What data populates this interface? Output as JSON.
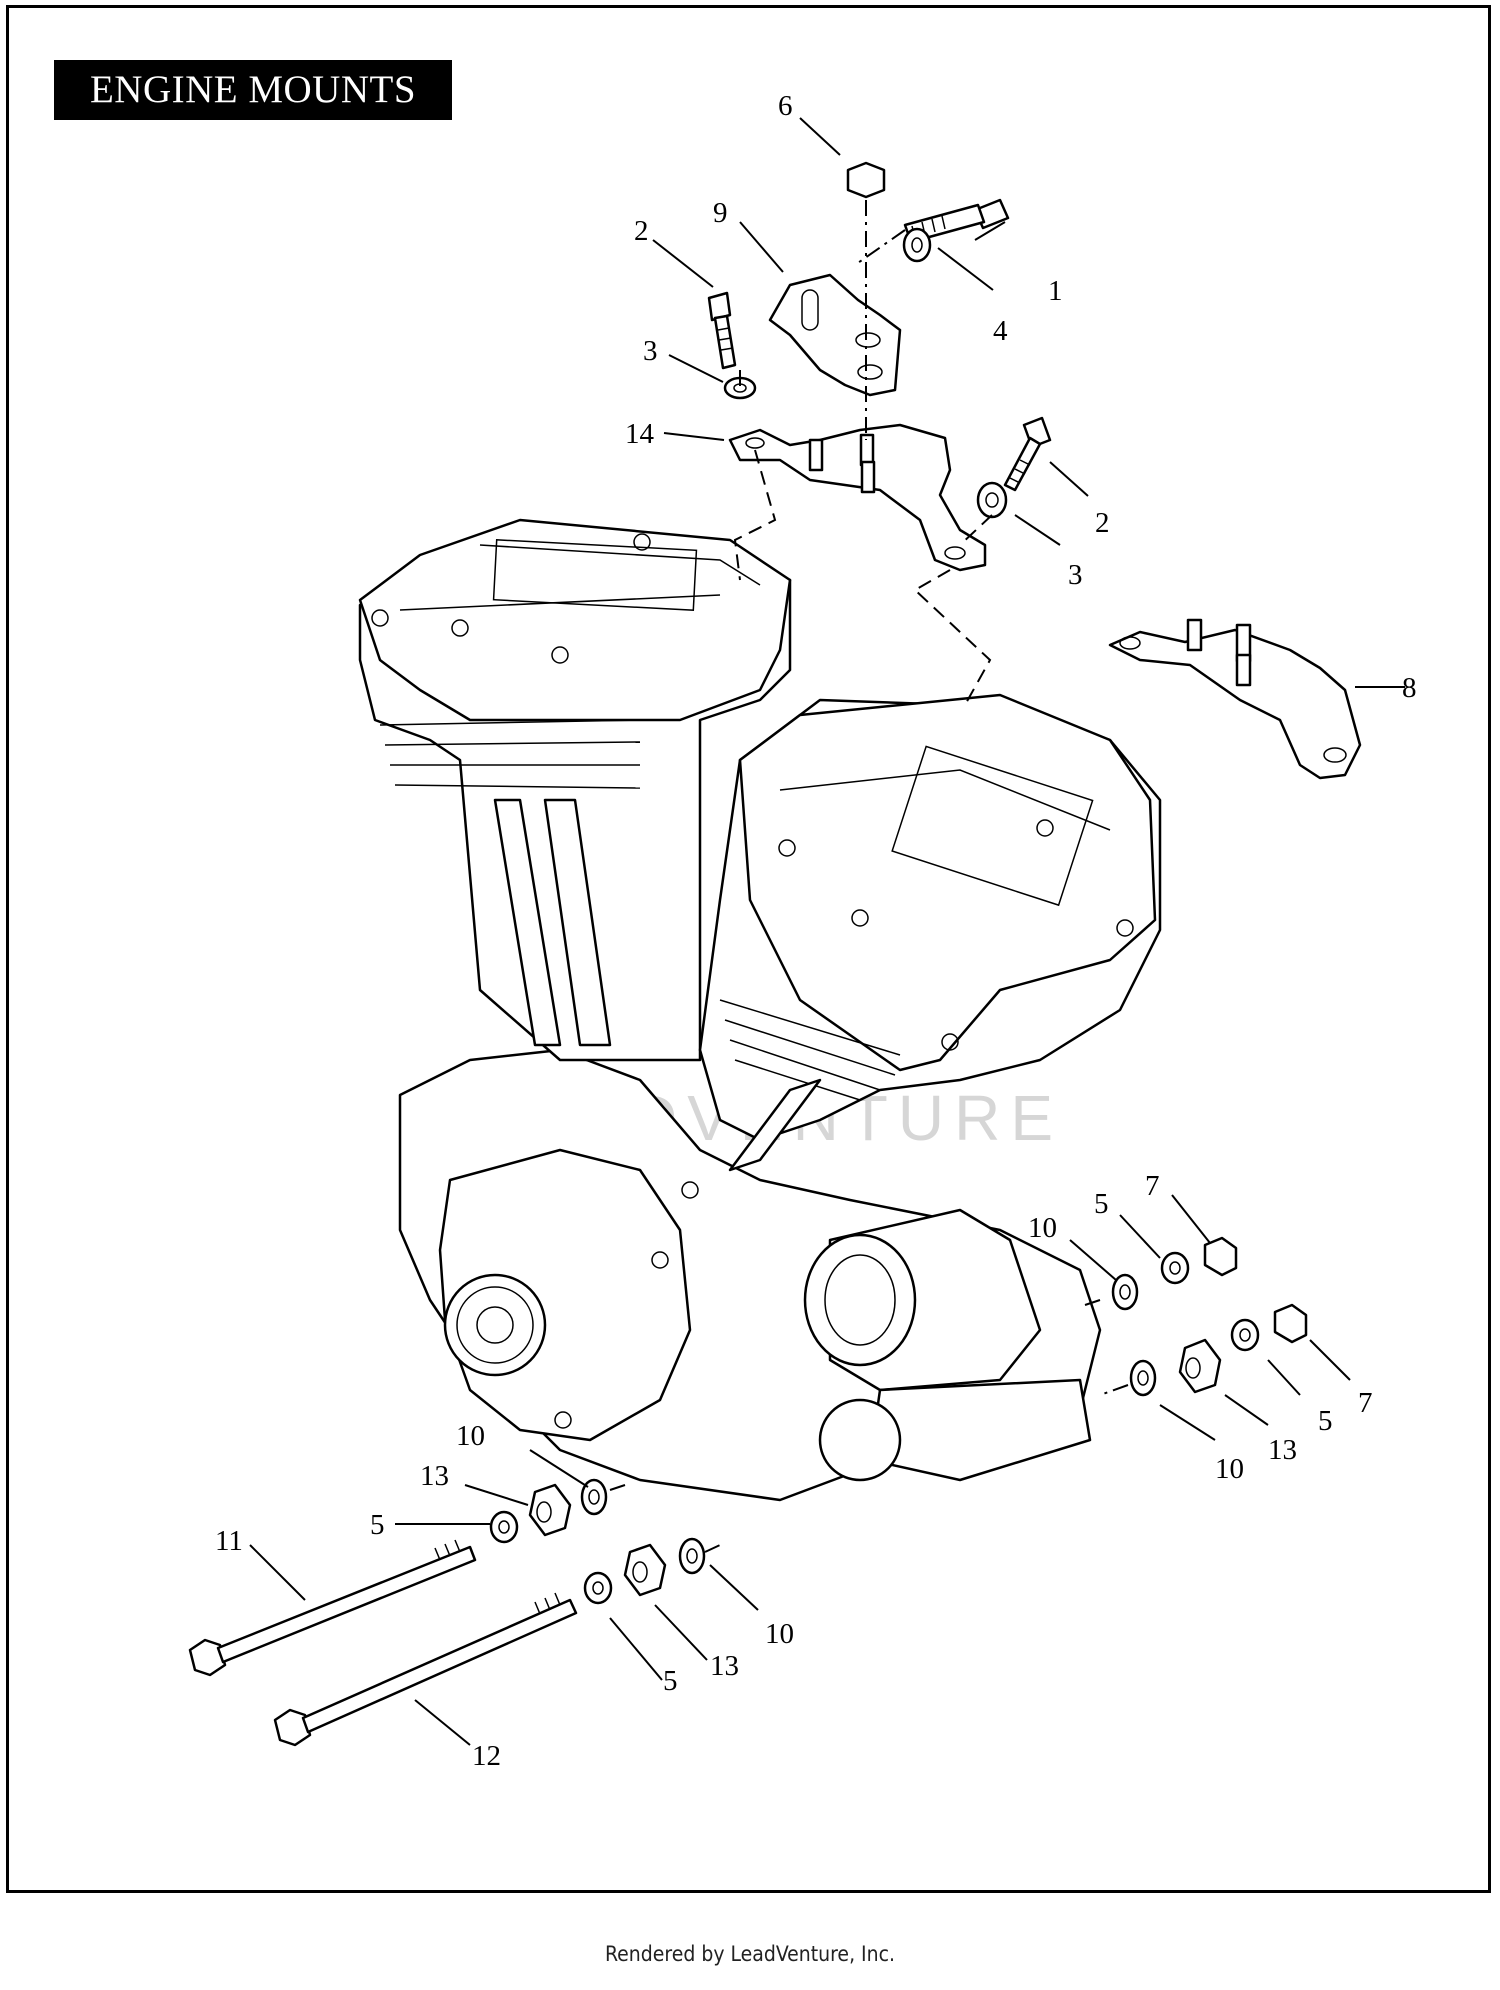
{
  "title": "ENGINE MOUNTS",
  "watermark": "LEADVENTURE",
  "footer": "Rendered by LeadVenture, Inc.",
  "callouts": [
    "6",
    "2",
    "9",
    "1",
    "4",
    "3",
    "14",
    "2",
    "3",
    "8",
    "7",
    "5",
    "10",
    "5",
    "7",
    "13",
    "10",
    "10",
    "13",
    "5",
    "11",
    "10",
    "13",
    "5",
    "12"
  ]
}
